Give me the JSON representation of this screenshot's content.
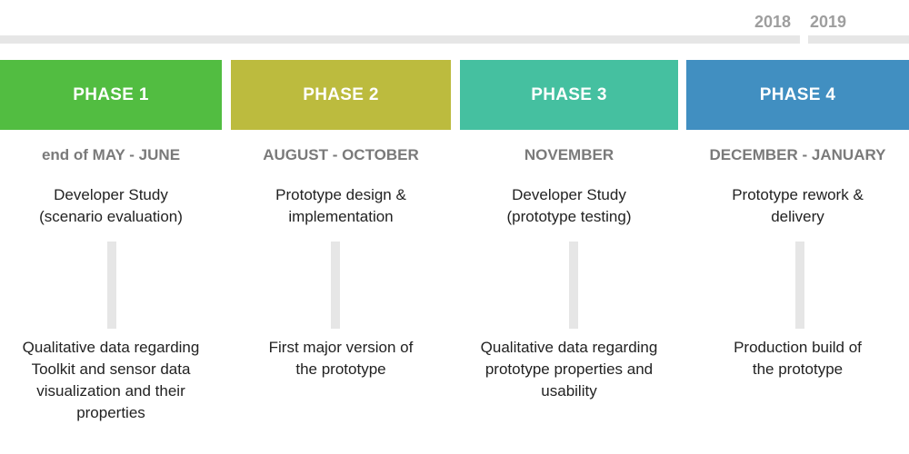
{
  "years": [
    "2018",
    "2019"
  ],
  "colors": {
    "phase1": "#52bd41",
    "phase2": "#bcbb3e",
    "phase3": "#45c0a0",
    "phase4": "#418fc1",
    "track": "#e6e6e6",
    "period_text": "#7a7a7a"
  },
  "phases": [
    {
      "label": "PHASE 1",
      "period": "end of MAY - JUNE",
      "activity": "Developer Study\n(scenario evaluation)",
      "outcome": "Qualitative data regarding\nToolkit and sensor data\nvisualization and their\nproperties"
    },
    {
      "label": "PHASE 2",
      "period": "AUGUST - OCTOBER",
      "activity": "Prototype design &\nimplementation",
      "outcome": "First major version of\nthe prototype"
    },
    {
      "label": "PHASE 3",
      "period": "NOVEMBER",
      "activity": "Developer Study\n(prototype testing)",
      "outcome": "Qualitative data regarding\nprototype properties and\nusability"
    },
    {
      "label": "PHASE 4",
      "period": "DECEMBER - JANUARY",
      "activity": "Prototype rework &\ndelivery",
      "outcome": "Production build of\nthe prototype"
    }
  ]
}
